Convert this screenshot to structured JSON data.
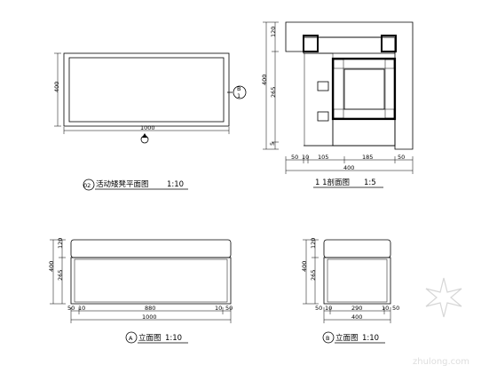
{
  "plan_view": {
    "dim_width": "1000",
    "dim_height": "400",
    "marker_label": "B",
    "title_number": "02",
    "title_text": "活动矮凳平面图",
    "title_scale": "1:10"
  },
  "section_1_1": {
    "dims_left": [
      "120",
      "265",
      "5"
    ],
    "dim_total": "400",
    "dims_bottom": [
      "50",
      "10",
      "105",
      "185",
      "50"
    ],
    "dim_bottom_total": "400",
    "title_text": "1 1剖面图",
    "title_scale": "1:5"
  },
  "elevation_a": {
    "dims_left": [
      "120",
      "265"
    ],
    "dim_total": "400",
    "dims_bottom": [
      "50",
      "10",
      "880",
      "10",
      "50"
    ],
    "dim_bottom_total": "1000",
    "marker_label": "A",
    "title_text": "立面图",
    "title_scale": "1:10"
  },
  "elevation_b": {
    "dims_left": [
      "120",
      "265"
    ],
    "dim_total": "400",
    "dims_bottom": [
      "50",
      "10",
      "290",
      "10",
      "50"
    ],
    "dim_bottom_total": "400",
    "marker_label": "B",
    "title_text": "立面图",
    "title_scale": "1:10"
  },
  "watermark": "zhulong.com"
}
